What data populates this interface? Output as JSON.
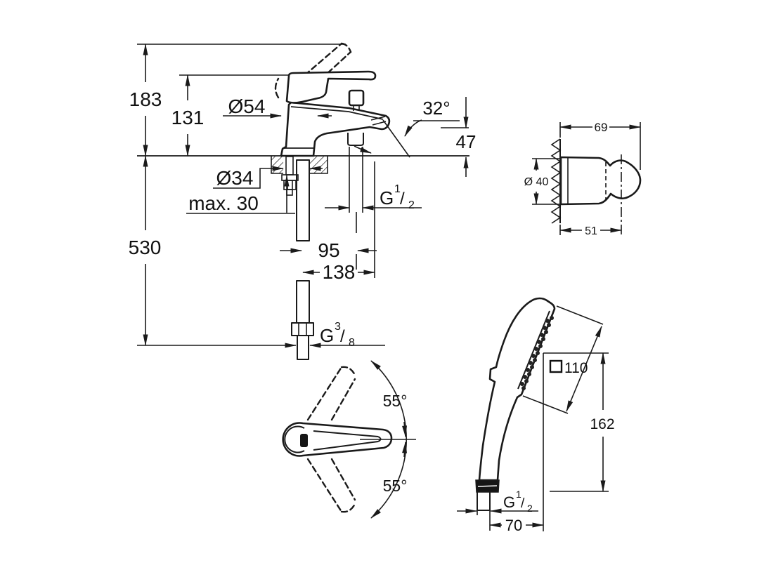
{
  "colors": {
    "line": "#1a1a1a",
    "background": "#ffffff"
  },
  "faucet_view": {
    "total_height": "183",
    "height_to_handle": "131",
    "escutcheon_diameter": "Ø54",
    "spout_angle": "32°",
    "spout_outlet_height": "47",
    "mounting_hole_diameter": "Ø34",
    "max_deck_thickness": "max. 30",
    "hose_drop_length": "530",
    "outlet_offset": "95",
    "spout_projection": "138",
    "shower_hose_thread": {
      "letter": "G",
      "numerator": "1",
      "slash": "/",
      "denominator": "2"
    },
    "supply_hose_thread": {
      "letter": "G",
      "numerator": "3",
      "slash": "/",
      "denominator": "8"
    }
  },
  "handle_view": {
    "swing_angle_up": "55°",
    "swing_angle_down": "55°"
  },
  "wall_holder_view": {
    "projection": "69",
    "holder_diameter": "Ø 40",
    "wall_distance": "51"
  },
  "hand_shower_view": {
    "head_size_symbol": "□",
    "head_size": "110",
    "head_height": "162",
    "outlet_offset": "70",
    "connection_thread": {
      "letter": "G",
      "numerator": "1",
      "slash": "/",
      "denominator": "2"
    }
  }
}
